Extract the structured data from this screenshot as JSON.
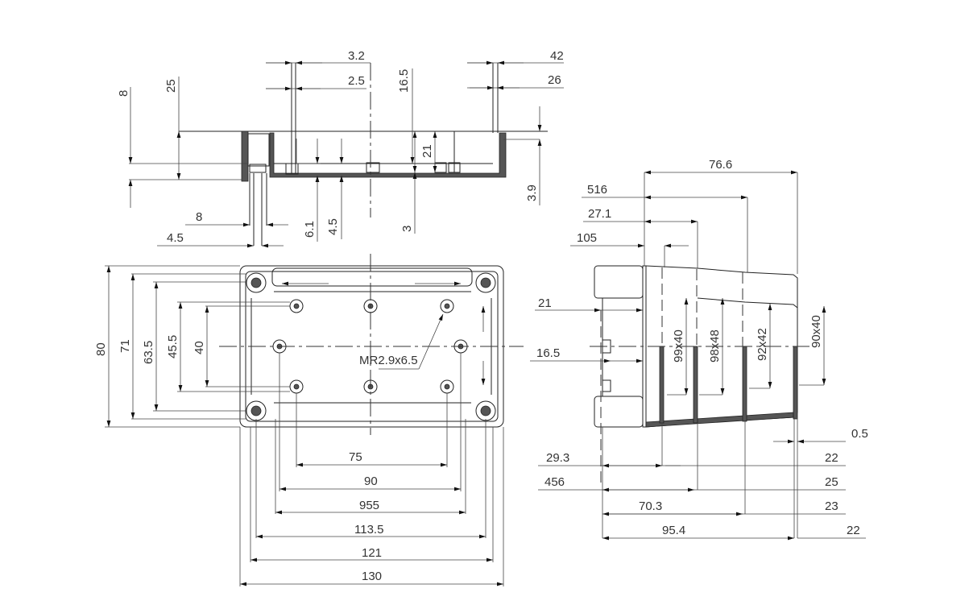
{
  "drawing": {
    "section_view": {
      "dims": [
        "3.2",
        "2.5",
        "42",
        "26",
        "16.5",
        "8",
        "25",
        "21",
        "3.9",
        "8",
        "4.5",
        "6.1",
        "4.5",
        "3"
      ]
    },
    "front_view": {
      "dims": [
        "80",
        "71",
        "63.5",
        "45.5",
        "40",
        "75",
        "90",
        "955",
        "113.5",
        "121",
        "130"
      ],
      "screw_note": "MR2.9x6.5"
    },
    "side_view": {
      "dims": [
        "76.6",
        "516",
        "27.1",
        "105",
        "21",
        "16.5",
        "99x40",
        "98x48",
        "92x42",
        "90x40",
        "0.5",
        "29.3",
        "22",
        "456",
        "25",
        "70.3",
        "23",
        "95.4",
        "22"
      ]
    }
  }
}
